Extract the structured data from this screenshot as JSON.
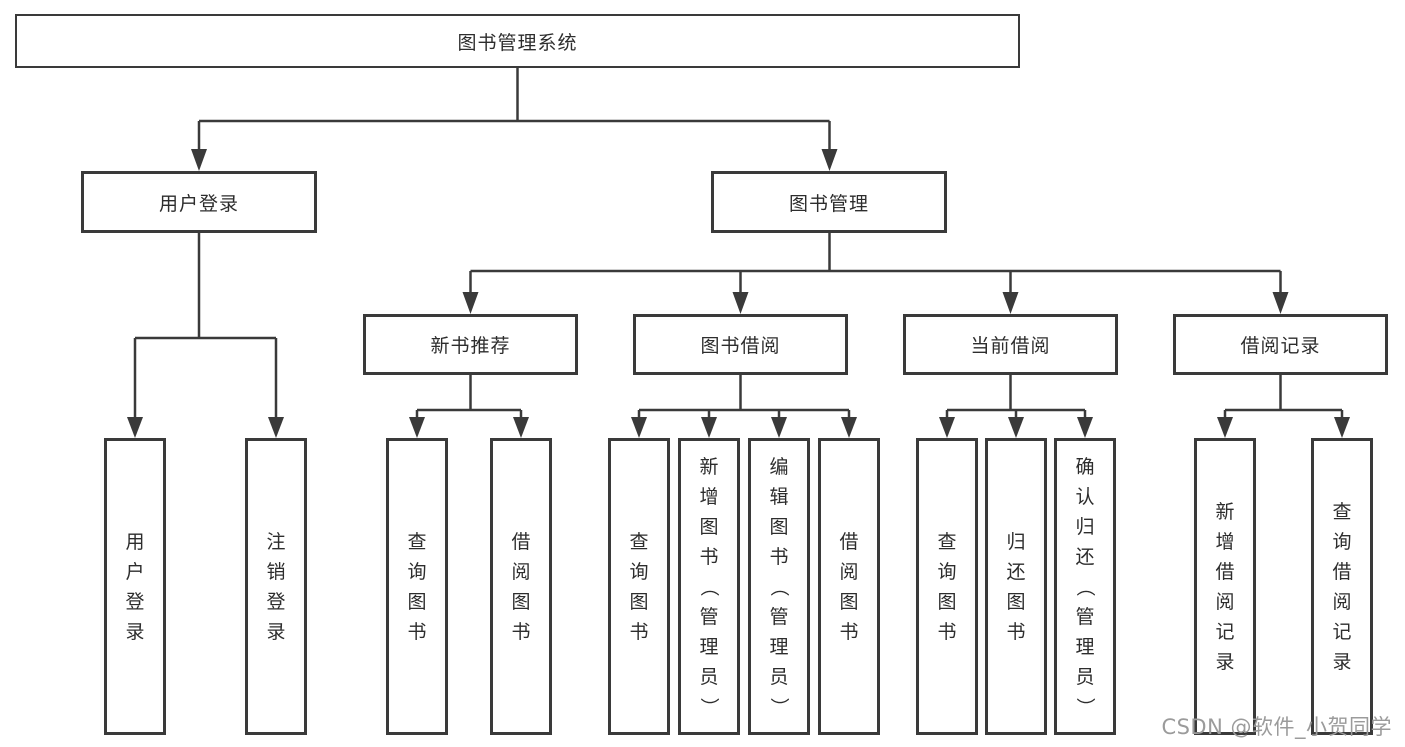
{
  "diagram": {
    "title_box": "图书管理系统",
    "level2_boxes": [
      "用户登录",
      "图书管理"
    ],
    "level3_boxes": [
      "新书推荐",
      "图书借阅",
      "当前借阅",
      "借阅记录"
    ],
    "leaf_groups": [
      [
        "用户登录",
        "注销登录"
      ],
      [
        "查询图书",
        "借阅图书"
      ],
      [
        "查询图书",
        "新增图书（管理员）",
        "编辑图书（管理员）",
        "借阅图书"
      ],
      [
        "查询图书",
        "归还图书",
        "确认归还（管理员）"
      ],
      [
        "新增借阅记录",
        "查询借阅记录"
      ]
    ]
  },
  "colors": {
    "line": "#3a3a3a",
    "text": "#2d2d2d",
    "box_background": "#ffffff",
    "watermark": "#9b9b9b"
  },
  "watermark": "CSDN @软件_小贺同学"
}
